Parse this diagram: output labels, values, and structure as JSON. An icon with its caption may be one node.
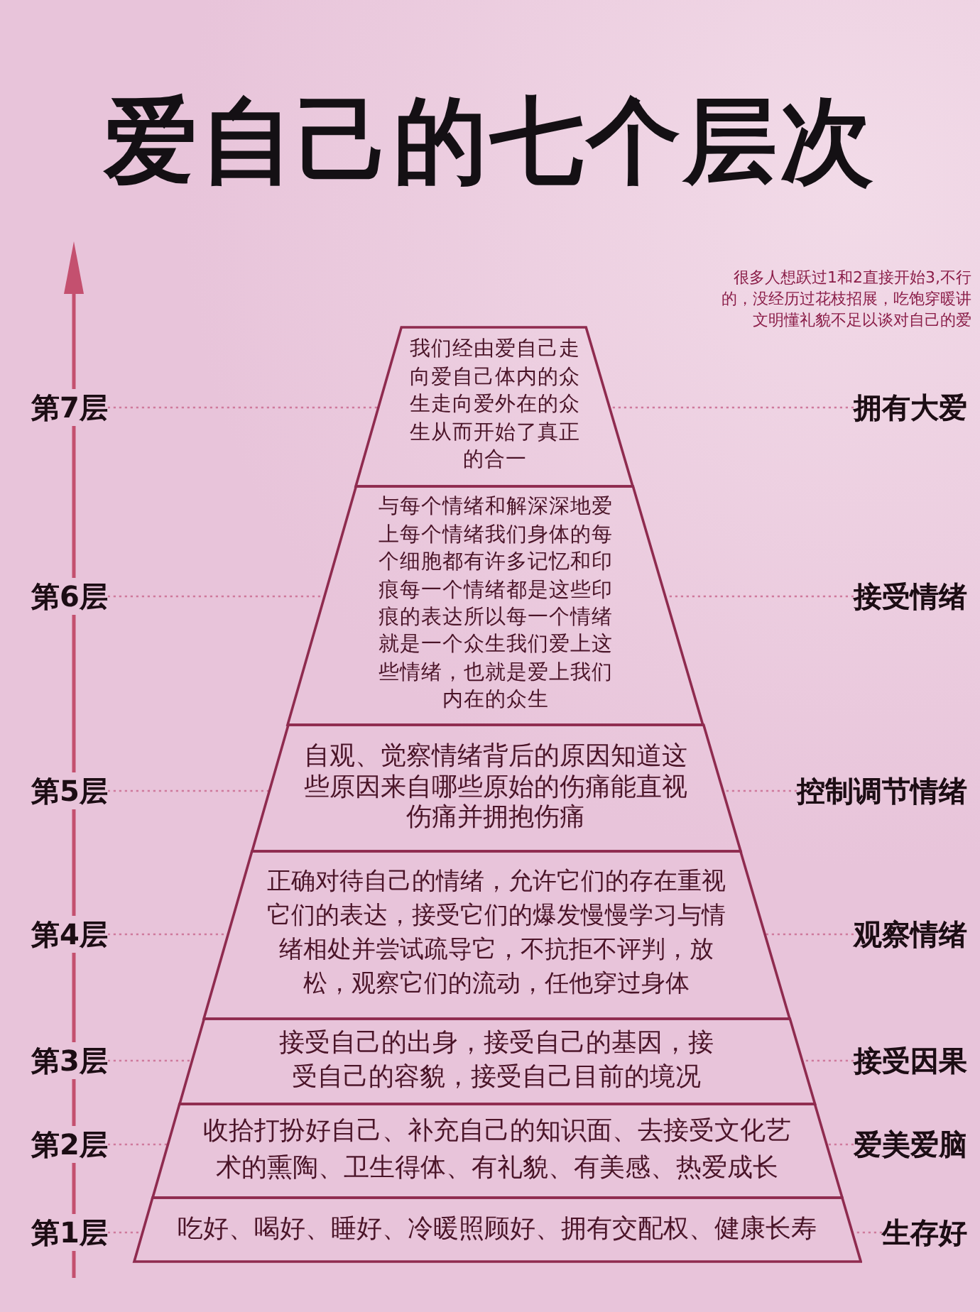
{
  "diagram": {
    "title": "爱自己的七个层次",
    "nodes": [
      {
        "text": [
          "第7层"
        ]
      },
      {
        "text": [
          "我们经由爱自己走向爱自己体内的众生走向爱外在的众生从而开始了真正的合一"
        ]
      },
      {
        "text": [
          "拥有大爱"
        ]
      },
      {
        "text": [
          "第6层"
        ]
      },
      {
        "text": [
          "与每个情绪和解深深地爱上每个情绪我们身体的每个细胞都有许多记忆和印痕每一个情绪都是这些印痕的表达所以每一个情绪就是一个众生我们爱上这些情绪，也就是爱上我们内在的众生"
        ]
      },
      {
        "text": [
          "接受情绪"
        ]
      },
      {
        "text": [
          "第5层"
        ]
      },
      {
        "text": [
          "自观、觉察情绪背后的原因知道这些原因来自哪些原始的伤痛能直视伤痛并拥抱伤痛"
        ]
      },
      {
        "text": [
          "控制调节情绪"
        ]
      },
      {
        "text": [
          "第4层"
        ]
      },
      {
        "text": [
          "正确对待自己的情绪，允许它们的存在重视它们的表达，接受它们的爆发慢慢学习与情绪相处并尝试疏导它，不抗拒不评判，放松，观察它们的流动，任他穿过身体"
        ]
      },
      {
        "text": [
          "观察情绪"
        ]
      },
      {
        "text": [
          "第3层"
        ]
      },
      {
        "text": [
          "接受自己的出身，接受自己的基因，接受自己的容貌，接受自己目前的境况"
        ]
      },
      {
        "text": [
          "接受因果"
        ]
      },
      {
        "text": [
          "第2层"
        ]
      },
      {
        "text": [
          "收拾打扮好自己、补充自己的知识面、去接受文化艺术的熏陶、卫生得体、有礼貌、有美感、热爱成长"
        ]
      },
      {
        "text": [
          "爱美爱脑"
        ]
      },
      {
        "text": [
          "第1层"
        ]
      },
      {
        "text": [
          "吃好、喝好、睡好、冷暖照顾好、拥有交配权、健康长寿"
        ]
      },
      {
        "text": [
          "生存好"
        ]
      }
    ],
    "edges": [
      {
        "from": 0,
        "to": 1,
        "arrow": "none",
        "style": "dashed"
      },
      {
        "from": 2,
        "to": 1,
        "arrow": "none",
        "style": "dashed"
      },
      {
        "from": 3,
        "to": 4,
        "arrow": "none",
        "style": "dashed"
      },
      {
        "from": 5,
        "to": 4,
        "arrow": "none",
        "style": "dashed"
      },
      {
        "from": 6,
        "to": 7,
        "arrow": "none",
        "style": "dashed"
      },
      {
        "from": 8,
        "to": 7,
        "arrow": "none",
        "style": "dashed"
      },
      {
        "from": 9,
        "to": 10,
        "arrow": "none",
        "style": "dashed"
      },
      {
        "from": 11,
        "to": 10,
        "arrow": "none",
        "style": "dashed"
      },
      {
        "from": 12,
        "to": 13,
        "arrow": "none",
        "style": "dashed"
      },
      {
        "from": 14,
        "to": 13,
        "arrow": "none",
        "style": "dashed"
      },
      {
        "from": 15,
        "to": 16,
        "arrow": "none",
        "style": "dashed"
      },
      {
        "from": 17,
        "to": 16,
        "arrow": "none",
        "style": "dashed"
      },
      {
        "from": 18,
        "to": 19,
        "arrow": "none",
        "style": "dashed"
      },
      {
        "from": 20,
        "to": 19,
        "arrow": "none",
        "style": "dashed"
      }
    ],
    "labels": [
      "很多人想跃过1和2直接开始3,不行的，没经历过花枝招展，吃饱穿暖讲文明懂礼貌不足以谈对自己的爱"
    ]
  }
}
